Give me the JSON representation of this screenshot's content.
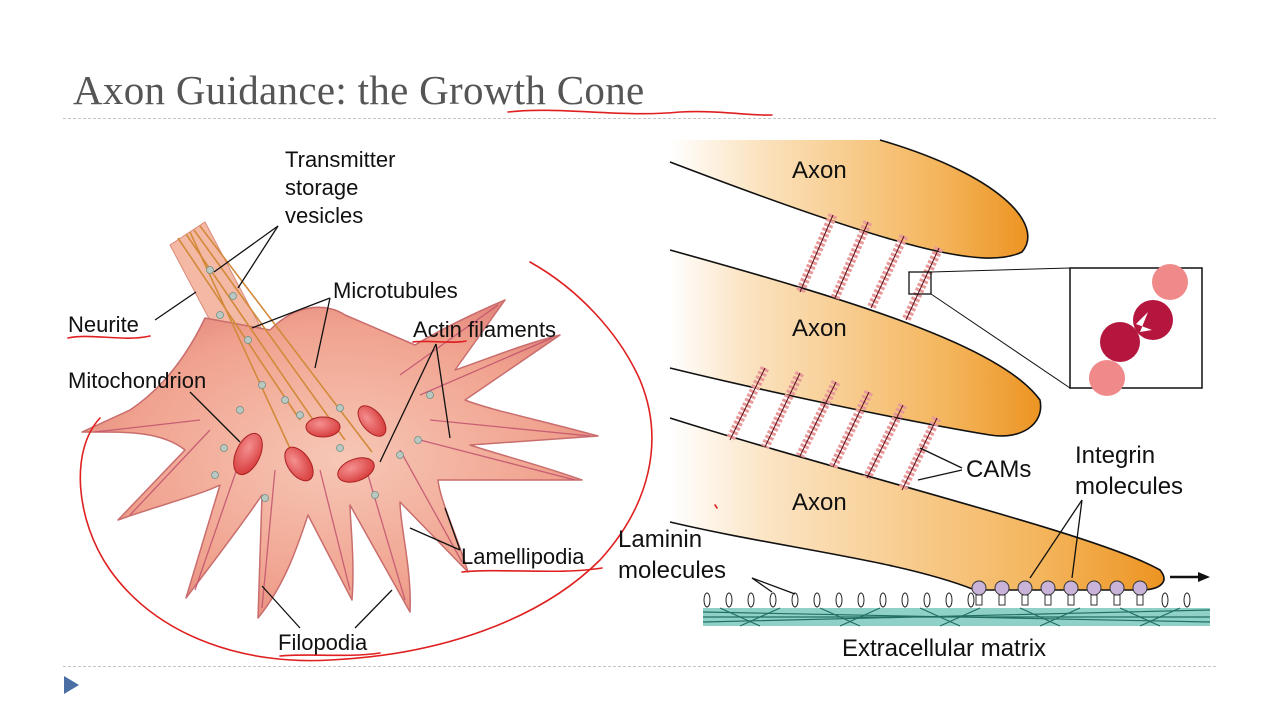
{
  "slide": {
    "title": "Axon Guidance: the Growth Cone"
  },
  "left_figure": {
    "labels": {
      "transmitter": [
        "Transmitter",
        "storage",
        "vesicles"
      ],
      "microtubules": "Microtubules",
      "neurite": "Neurite",
      "actin": "Actin filaments",
      "mitochondrion": "Mitochondrion",
      "lamellipodia": "Lamellipodia",
      "filopodia": "Filopodia"
    }
  },
  "right_figure": {
    "labels": {
      "axon_top": "Axon",
      "axon_middle": "Axon",
      "axon_bottom": "Axon",
      "cams": "CAMs",
      "integrin": [
        "Integrin",
        "molecules"
      ],
      "laminin": [
        "Laminin",
        "molecules"
      ],
      "ecm": "Extracellular matrix"
    }
  },
  "colors": {
    "title": "#555555",
    "annotation": "#e02020",
    "axon": "#f0a035",
    "matrix": "#3aa598",
    "cell": "#f2a896"
  },
  "icons": {
    "next": "play-triangle-icon"
  }
}
